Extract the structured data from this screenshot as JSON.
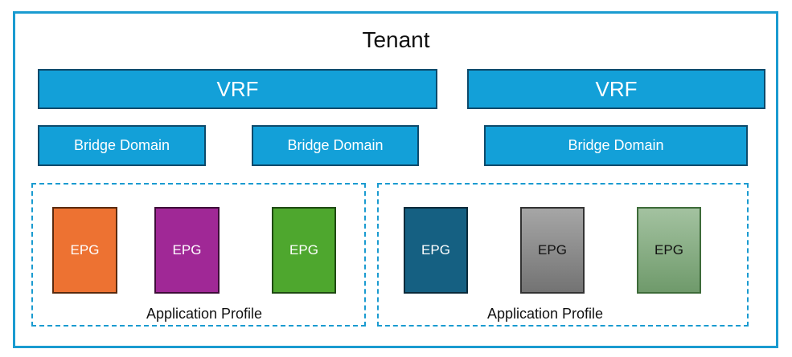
{
  "tenant": {
    "title": "Tenant"
  },
  "vrfs": [
    {
      "label": "VRF"
    },
    {
      "label": "VRF"
    }
  ],
  "bridge_domains": [
    {
      "label": "Bridge Domain"
    },
    {
      "label": "Bridge Domain"
    },
    {
      "label": "Bridge Domain"
    }
  ],
  "app_profiles": [
    {
      "label": "Application Profile",
      "epgs": [
        {
          "label": "EPG",
          "fill": "#ed7232",
          "border": "#5a2a0e",
          "text_color": "#ffffff"
        },
        {
          "label": "EPG",
          "fill": "#a02896",
          "border": "#3d0d38",
          "text_color": "#ffffff"
        },
        {
          "label": "EPG",
          "fill": "#4ea72e",
          "border": "#1f4a12",
          "text_color": "#ffffff"
        }
      ]
    },
    {
      "label": "Application Profile",
      "epgs": [
        {
          "label": "EPG",
          "fill": "#156082",
          "border": "#0a2a3a",
          "text_color": "#ffffff"
        },
        {
          "label": "EPG",
          "fill_gradient": [
            "#a6a6a6",
            "#737373"
          ],
          "border": "#333333",
          "text_color": "#111111"
        },
        {
          "label": "EPG",
          "fill_gradient": [
            "#a3c2a0",
            "#6f9a6b"
          ],
          "border": "#3d6b39",
          "text_color": "#111111"
        }
      ]
    }
  ]
}
